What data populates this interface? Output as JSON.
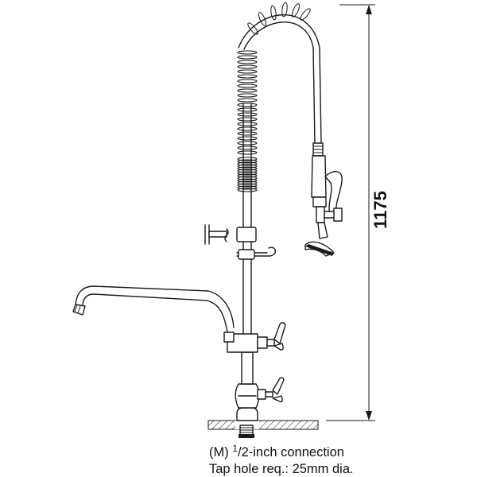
{
  "dimension": {
    "height_value": "1175"
  },
  "notes": {
    "connection_prefix": "(M) ",
    "connection_numerator": "1",
    "connection_rest": "/2-inch connection",
    "tap_hole": "Tap hole req.: 25mm dia."
  },
  "colors": {
    "line": "#1a1a1a",
    "background": "#ffffff"
  }
}
